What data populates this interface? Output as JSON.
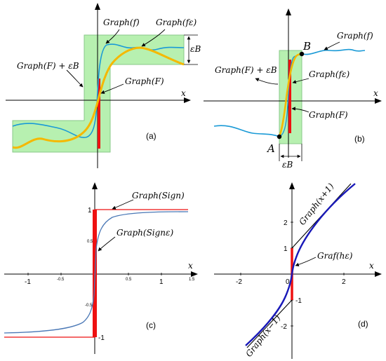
{
  "panel_a": {
    "tag": "(a)",
    "axis_x": "x",
    "graph_f": "Graph(f)",
    "graph_f_eps": "Graph(fε)",
    "graph_F_eB": "Graph(F) + εB",
    "graph_F": "Graph(F)",
    "eps_B": "εB"
  },
  "panel_b": {
    "tag": "(b)",
    "axis_x": "x",
    "graph_f": "Graph(f)",
    "graph_F_eB": "Graph(F) + εB",
    "graph_f_eps": "Graph(fε)",
    "graph_F": "Graph(F)",
    "point_a": "A",
    "point_b": "B",
    "eps_B": "εB"
  },
  "panel_c": {
    "tag": "(c)",
    "axis_x": "x",
    "graph_sign": "Graph(Sign)",
    "graph_sign_eps": "Graph(Signε)",
    "x_ticks": [
      "-1",
      "-0.5",
      "0.5",
      "1",
      "1.5"
    ],
    "y_tick_1": "1",
    "y_tick_half": "0.5",
    "y_tick_neg_half": "-0.5",
    "y_tick_neg1": "-1"
  },
  "panel_d": {
    "tag": "(d)",
    "axis_x": "x",
    "graph_x_plus_1": "Graph(x+1)",
    "graph_x_minus_1": "Graph(x−1)",
    "graf_h_eps": "Graf(hε)",
    "x_ticks": [
      "-2",
      "0",
      "2"
    ],
    "y_ticks": [
      "2",
      "1",
      "-1",
      "-2"
    ]
  },
  "colors": {
    "fill": "#b7f0b0",
    "fill_stroke": "#8ac88a",
    "red": "#ee1111",
    "blue": "#1a9ad6",
    "orange": "#f5b800",
    "dark_blue": "#1818b8",
    "steel": "#4a78b6"
  }
}
